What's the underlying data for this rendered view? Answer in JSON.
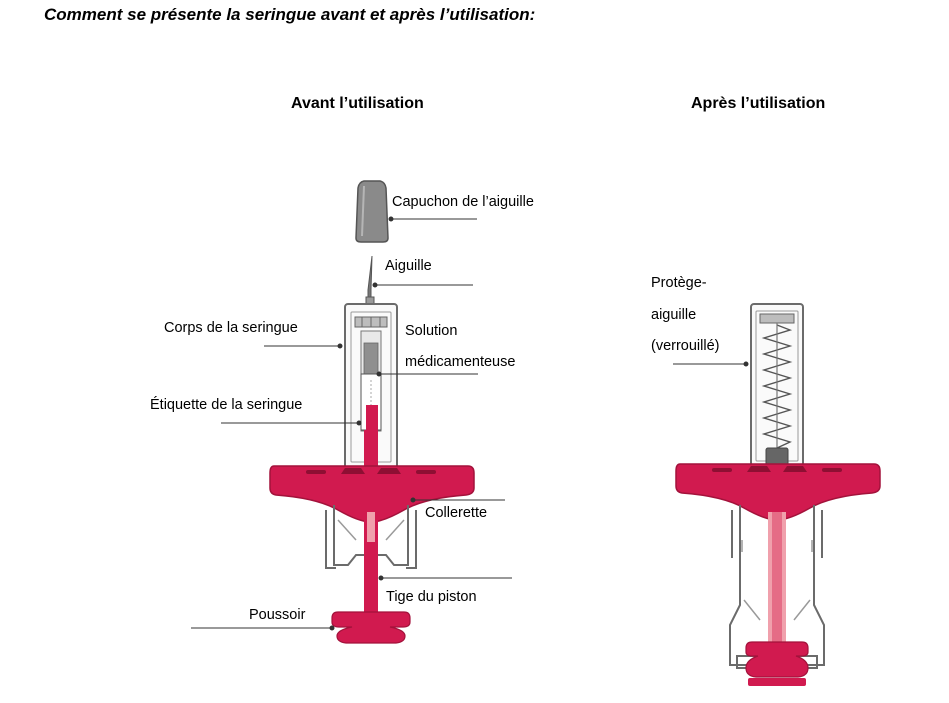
{
  "title": "Comment se présente la seringue avant et après l’utilisation:",
  "headings": {
    "before": "Avant l’utilisation",
    "after": "Après l’utilisation"
  },
  "labels": {
    "cap": "Capuchon de l’aiguille",
    "needle": "Aiguille",
    "body": "Corps de la seringue",
    "solution_1": "Solution",
    "solution_2": "médicamenteuse",
    "etiquette": "Étiquette de la seringue",
    "collerette": "Collerette",
    "tige": "Tige du piston",
    "poussoir": "Poussoir",
    "guard_1": "Protège-",
    "guard_2": "aiguille",
    "guard_3": "(verrouillé)"
  },
  "colors": {
    "accent": "#d11a4f",
    "accent_light": "#f0a0ac",
    "cap_gray": "#8a8a8a",
    "outline": "#6b6b6b",
    "line": "#333333"
  }
}
